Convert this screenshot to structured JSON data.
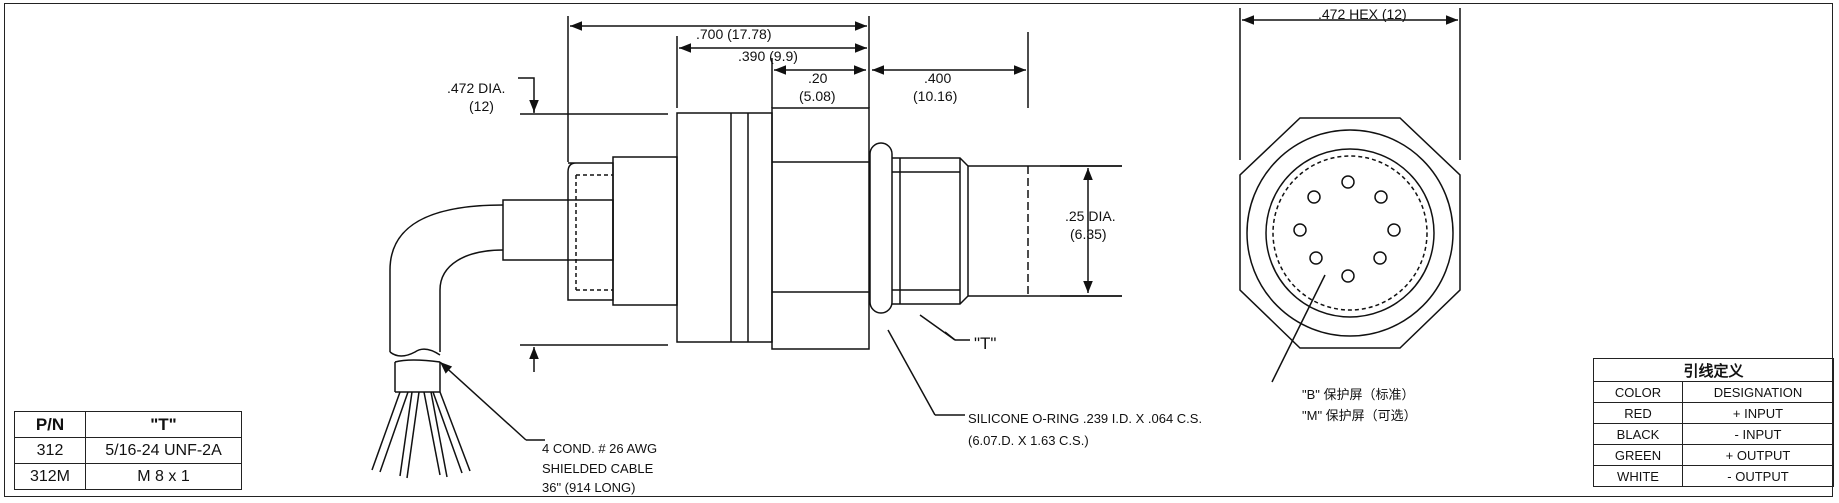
{
  "dimensions": {
    "overall_length": ".700  (17.78)",
    "body_length": ".390  (9.9)",
    "hex_width": ".20",
    "hex_width_mm": "(5.08)",
    "thread_length": ".400",
    "thread_length_mm": "(10.16)",
    "body_dia": ".472  DIA.",
    "body_dia_mm": "(12)",
    "tip_dia": ".25  DIA.",
    "tip_dia_mm": "(6.35)",
    "thread_label": "\"T\"",
    "hex_across_flats": ".472  HEX (12)"
  },
  "notes": {
    "oring_line1": "SILICONE O-RING .239  I.D. X .064  C.S.",
    "oring_line2": "(6.07.D.  X 1.63  C.S.)",
    "cable_line1": "4  COND.  # 26  AWG",
    "cable_line2": "SHIELDED CABLE",
    "cable_line3": "36\"  (914  LONG)",
    "shield_b": "\"B\"  保护屏（标准）",
    "shield_m": "\"M\"  保护屏（可选）"
  },
  "pn_table": {
    "headers": [
      "P/N",
      "\"T\""
    ],
    "rows": [
      [
        "312",
        "5/16-24 UNF-2A"
      ],
      [
        "312M",
        "M 8 x 1"
      ]
    ]
  },
  "wire_table": {
    "title": "引线定义",
    "headers": [
      "COLOR",
      "DESIGNATION"
    ],
    "rows": [
      [
        "RED",
        "+ INPUT"
      ],
      [
        "BLACK",
        "- INPUT"
      ],
      [
        "GREEN",
        "+ OUTPUT"
      ],
      [
        "WHITE",
        "- OUTPUT"
      ]
    ]
  }
}
